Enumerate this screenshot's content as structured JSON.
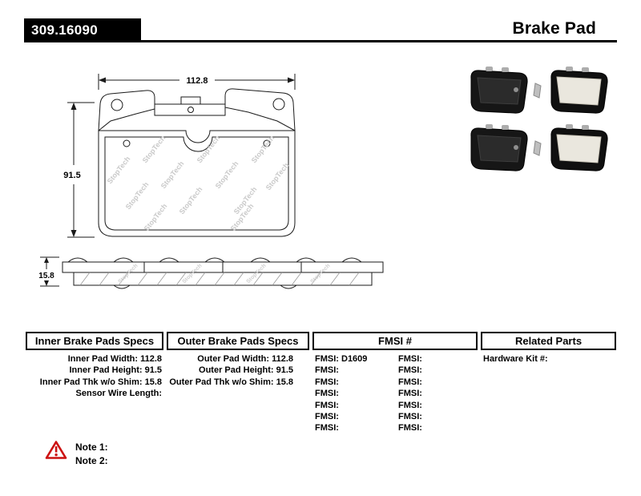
{
  "header": {
    "part_number": "309.16090",
    "title": "Brake Pad"
  },
  "drawing": {
    "width_dim": "112.8",
    "height_dim": "91.5",
    "thickness_dim": "15.8",
    "watermark": "StopTech"
  },
  "specs": {
    "inner": {
      "header": "Inner Brake Pads Specs",
      "rows": [
        "Inner Pad Width: 112.8",
        "Inner Pad Height: 91.5",
        "Inner Pad Thk w/o Shim: 15.8",
        "Sensor Wire Length:"
      ]
    },
    "outer": {
      "header": "Outer Brake Pads Specs",
      "rows": [
        "Outer Pad Width: 112.8",
        "Outer Pad Height: 91.5",
        "Outer Pad Thk w/o Shim: 15.8"
      ]
    },
    "fmsi": {
      "header": "FMSI #",
      "col1": [
        "FMSI: D1609",
        "FMSI:",
        "FMSI:",
        "FMSI:",
        "FMSI:",
        "FMSI:",
        "FMSI:"
      ],
      "col2": [
        "FMSI:",
        "FMSI:",
        "FMSI:",
        "FMSI:",
        "FMSI:",
        "FMSI:",
        "FMSI:"
      ]
    },
    "related": {
      "header": "Related Parts",
      "rows": [
        "Hardware Kit #:"
      ]
    }
  },
  "notes": [
    "Note 1:",
    "Note 2:"
  ]
}
